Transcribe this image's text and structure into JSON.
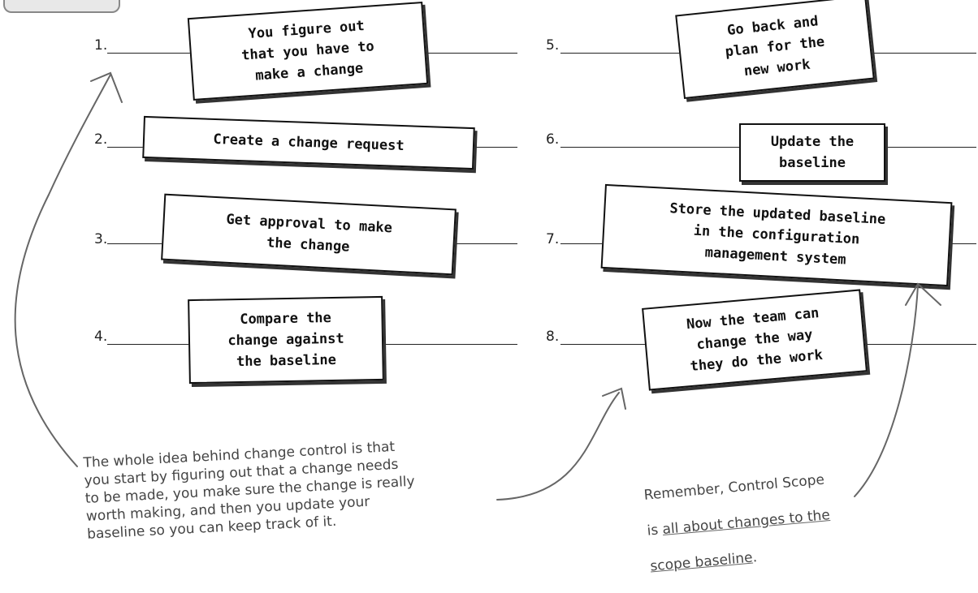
{
  "steps": [
    {
      "num": "1.",
      "text": "You figure out\nthat you have to\nmake a change"
    },
    {
      "num": "2.",
      "text": "Create a change request"
    },
    {
      "num": "3.",
      "text": "Get approval to make\nthe change"
    },
    {
      "num": "4.",
      "text": "Compare the\nchange against\nthe baseline"
    },
    {
      "num": "5.",
      "text": "Go back and\nplan for the\nnew work"
    },
    {
      "num": "6.",
      "text": "Update the\nbaseline"
    },
    {
      "num": "7.",
      "text": "Store the updated baseline\nin the configuration\nmanagement system"
    },
    {
      "num": "8.",
      "text": "Now the team can\nchange the way\nthey do the work"
    }
  ],
  "notes": {
    "left": "The whole idea behind change control is that\nyou start by figuring out that a change needs\nto be made, you make sure the change is really\nworth making, and then you update your\nbaseline so you can keep track of it.",
    "right_1": "Remember, Control Scope",
    "right_2_pre": "is ",
    "right_2_u": "all about changes to the",
    "right_3_u": "scope baseline",
    "right_3_post": "."
  },
  "colors": {
    "ink": "#111111",
    "annotation": "#666666"
  }
}
